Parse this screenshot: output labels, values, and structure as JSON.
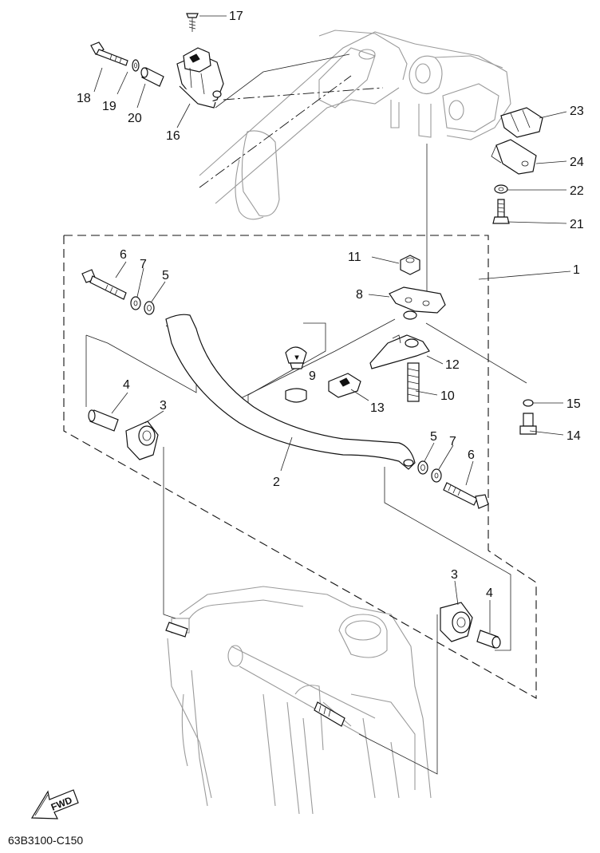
{
  "diagram_code": "63B3100-C150",
  "direction_label": "FWD",
  "callouts": [
    {
      "id": "c17",
      "text": "17"
    },
    {
      "id": "c18",
      "text": "18"
    },
    {
      "id": "c19",
      "text": "19"
    },
    {
      "id": "c20",
      "text": "20"
    },
    {
      "id": "c16",
      "text": "16"
    },
    {
      "id": "c23",
      "text": "23"
    },
    {
      "id": "c24",
      "text": "24"
    },
    {
      "id": "c22",
      "text": "22"
    },
    {
      "id": "c21",
      "text": "21"
    },
    {
      "id": "c1",
      "text": "1"
    },
    {
      "id": "c6a",
      "text": "6"
    },
    {
      "id": "c7a",
      "text": "7"
    },
    {
      "id": "c5a",
      "text": "5"
    },
    {
      "id": "c11",
      "text": "11"
    },
    {
      "id": "c8",
      "text": "8"
    },
    {
      "id": "c9",
      "text": "9"
    },
    {
      "id": "c12",
      "text": "12"
    },
    {
      "id": "c4a",
      "text": "4"
    },
    {
      "id": "c3a",
      "text": "3"
    },
    {
      "id": "c10",
      "text": "10"
    },
    {
      "id": "c13",
      "text": "13"
    },
    {
      "id": "c15",
      "text": "15"
    },
    {
      "id": "c14",
      "text": "14"
    },
    {
      "id": "c5b",
      "text": "5"
    },
    {
      "id": "c7b",
      "text": "7"
    },
    {
      "id": "c6b",
      "text": "6"
    },
    {
      "id": "c2",
      "text": "2"
    },
    {
      "id": "c3b",
      "text": "3"
    },
    {
      "id": "c4b",
      "text": "4"
    }
  ]
}
